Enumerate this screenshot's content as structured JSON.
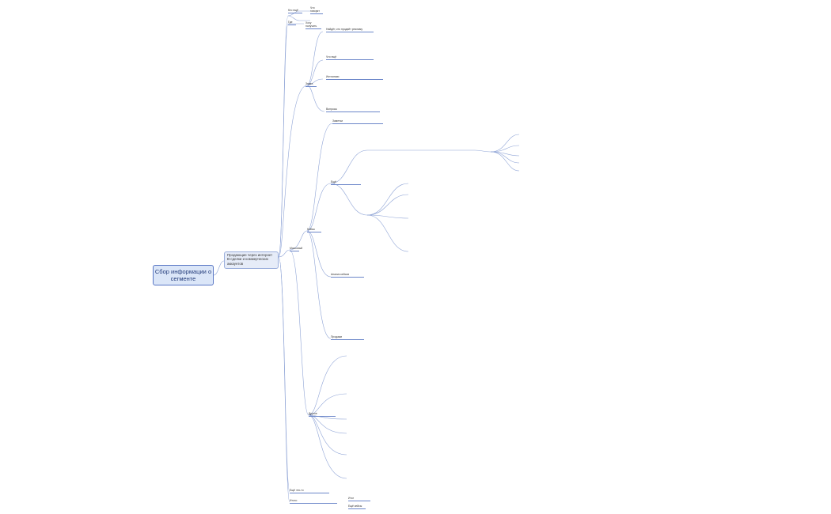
{
  "root": {
    "title": "Сбор информации о сегменте"
  },
  "main": {
    "title": "Продающие через интернет B-сделки и коммерческих аккаунтов"
  },
  "nodes": {
    "who": "Кто ещё",
    "what_say": "Что\nговорят",
    "want_to_get": "Хочу получить",
    "nodes_yes": "Где",
    "knows_text": "Знает,",
    "found_info": "Найдёт, кто продаёт рекламу",
    "ideas_text": "Что ещё",
    "sources": "Источники",
    "questions_heading": "Вопросы",
    "mass_text": "Массовый",
    "cases_head": "Кейсы",
    "notes_head": "Заметки",
    "more_text": "Ещё",
    "cases_text": "Анализ кейсов",
    "sales_text": "Продажи",
    "other_text": "Другое",
    "dim_text": "Ещё что-то",
    "end_a": "Итого:",
    "end_b": "Итог",
    "more_cases": "Ещё кейсы"
  }
}
